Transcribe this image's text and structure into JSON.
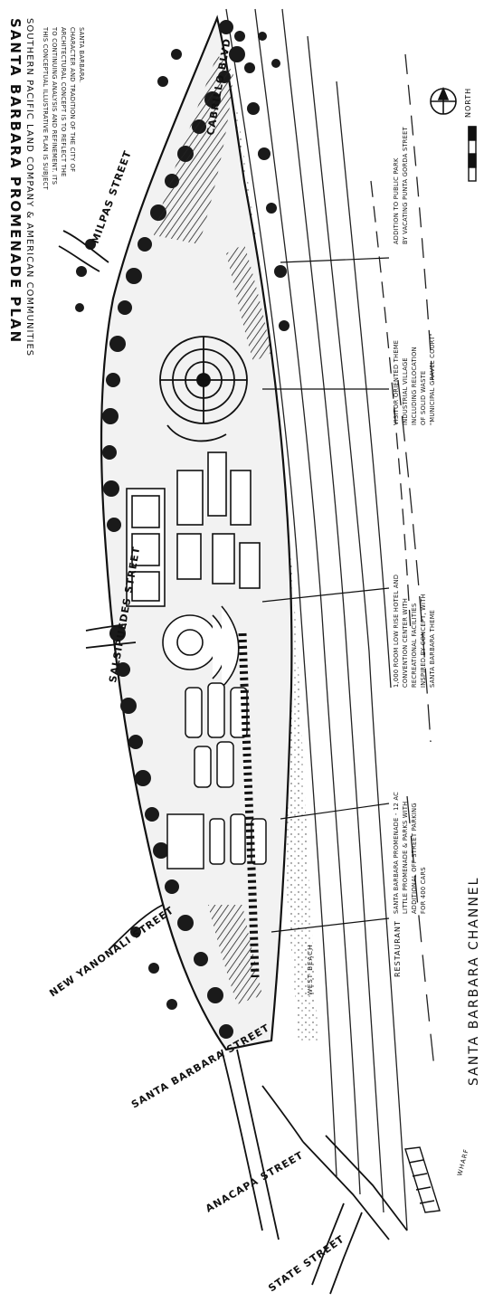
{
  "title": "SANTA BARBARA PROMENADE PLAN",
  "subtitle": "SOUTHERN PACIFIC LAND COMPANY & AMERICAN COMMUNITIES",
  "intro_note": [
    "THIS CONCEPTUAL ILLUSTRATIVE PLAN IS SUBJECT",
    "TO CONTINUING ANALYSIS AND REFINEMENT. ITS",
    "ARCHITECTURAL CONCEPT IS TO REFLECT THE",
    "CHARACTER AND TRADITION OF THE CITY OF",
    "SANTA BARBARA."
  ],
  "streets": {
    "cabrillo": "CABRILLO BLVD",
    "milpas": "MILPAS STREET",
    "salsipuedes": "SALSIPUEDES STREET",
    "yanonali": "NEW YANONALI STREET",
    "santa_barbara": "SANTA BARBARA STREET",
    "anacapa": "ANACAPA STREET",
    "state": "STATE STREET"
  },
  "annotations": {
    "park": [
      "ADDITION TO PUBLIC PARK",
      "BY VACATING PUNTA GORDA STREET"
    ],
    "village": [
      "VISITOR ORIENTED THEME",
      "INDUSTRIAL VILLAGE",
      "INCLUDING RELOCATION",
      "OF SOLID WASTE",
      "\"MUNICIPAL GRAVEL COURT\""
    ],
    "hotel": [
      "1,000 ROOM LOW RISE HOTEL AND",
      "CONVENTION CENTER WITH",
      "RECREATIONAL FACILITIES",
      "INSPIRED BY CONCEPT, WITH",
      "SANTA BARBARA THEME"
    ],
    "promenade": [
      "SANTA BARBARA PROMENADE - 12 AC",
      "LITTLE PROMENADE & PARKS WITH",
      "ADDITIONAL OFF STREET PARKING",
      "FOR 400 CARS"
    ],
    "restaurant": "RESTAURANT",
    "west_beach": "WEST BEACH",
    "wharf": "WHARF",
    "channel": "SANTA BARBARA CHANNEL",
    "north": "NORTH"
  }
}
